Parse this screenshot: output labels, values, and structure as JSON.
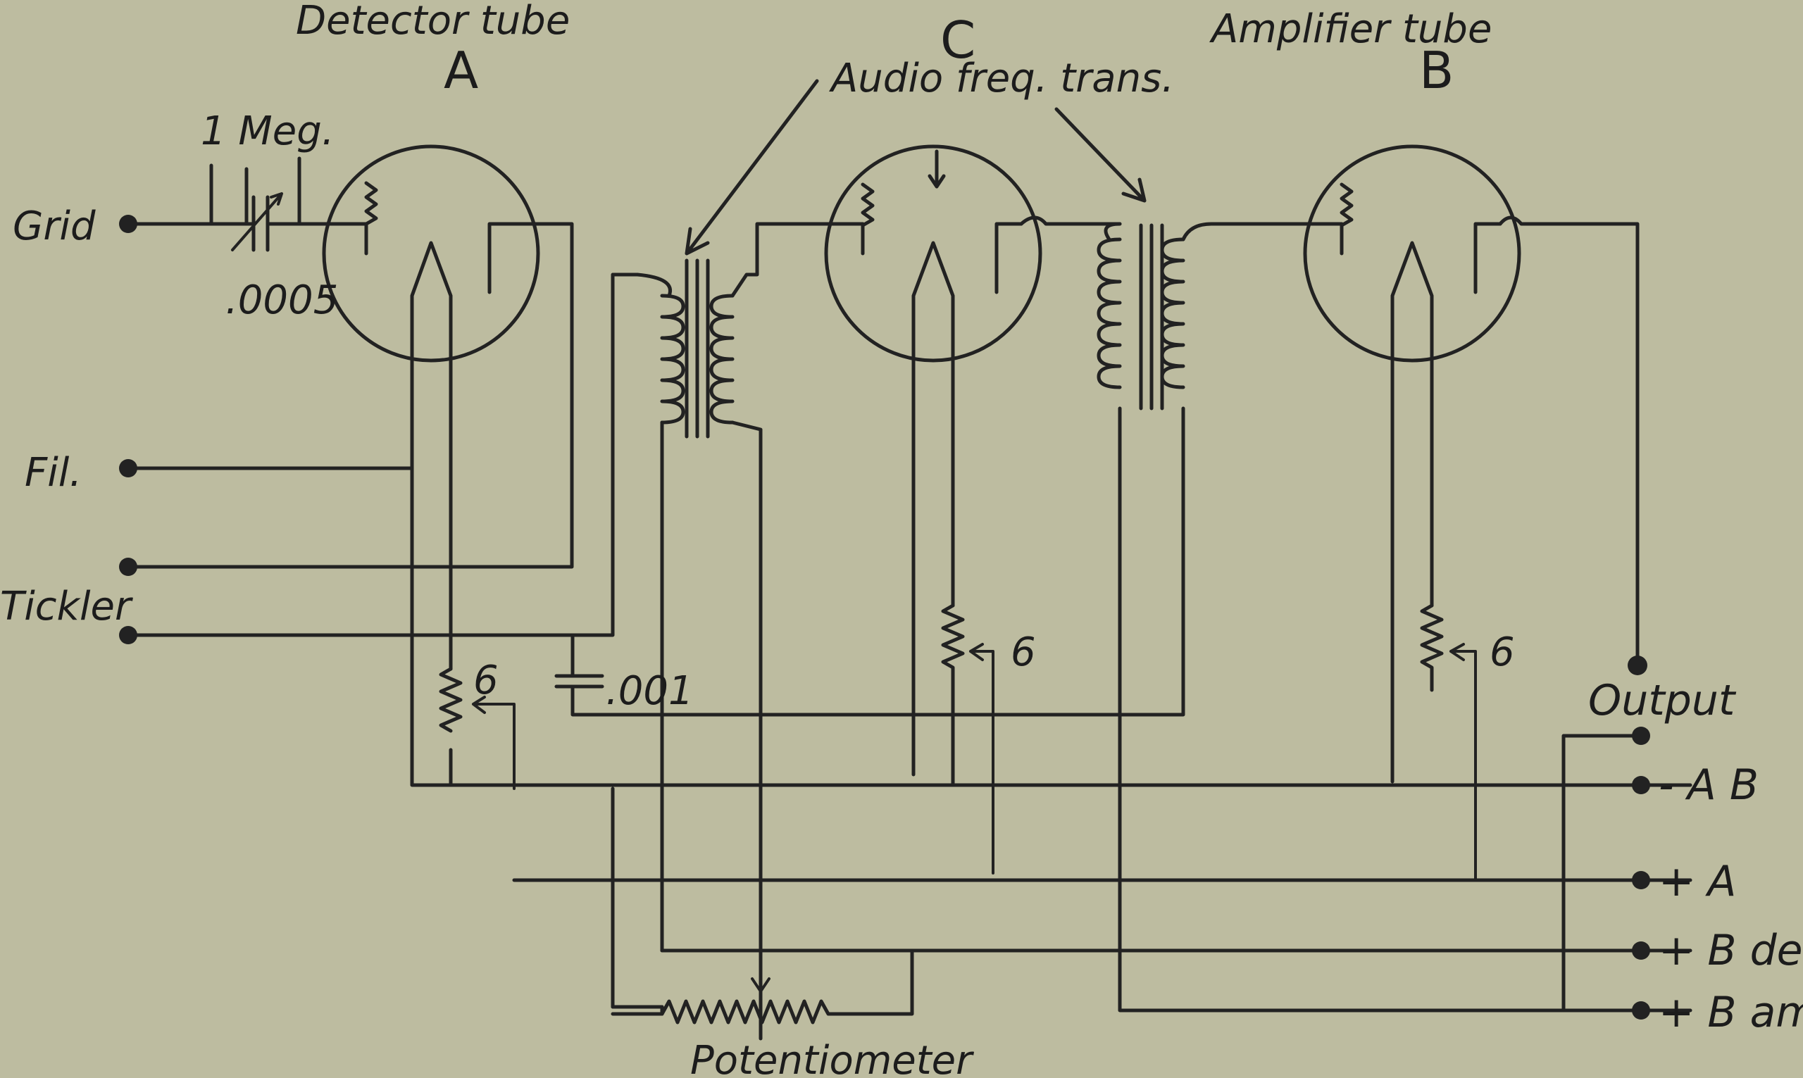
{
  "labels": {
    "detector_tube": "Detector tube",
    "detector_letter": "A",
    "middle_letter": "C",
    "amplifier_tube": "Amplifier tube",
    "amplifier_letter": "B",
    "audio_freq_trans": "Audio freq. trans.",
    "resistor_value": "1 Meg.",
    "grid_capacitor_value": ".0005",
    "bypass_capacitor_value": ".001",
    "rheostat_a_value": "6",
    "rheostat_c_value": "6",
    "rheostat_b_value": "6",
    "potentiometer": "Potentiometer"
  },
  "terminals_left": {
    "grid": "Grid",
    "fil": "Fil.",
    "tickler": "Tickler"
  },
  "terminals_right": {
    "output": "Output",
    "minus_ab": "- A B",
    "plus_a": "+ A",
    "plus_b_det": "+ B det",
    "plus_b_amp": "+ B amp"
  }
}
